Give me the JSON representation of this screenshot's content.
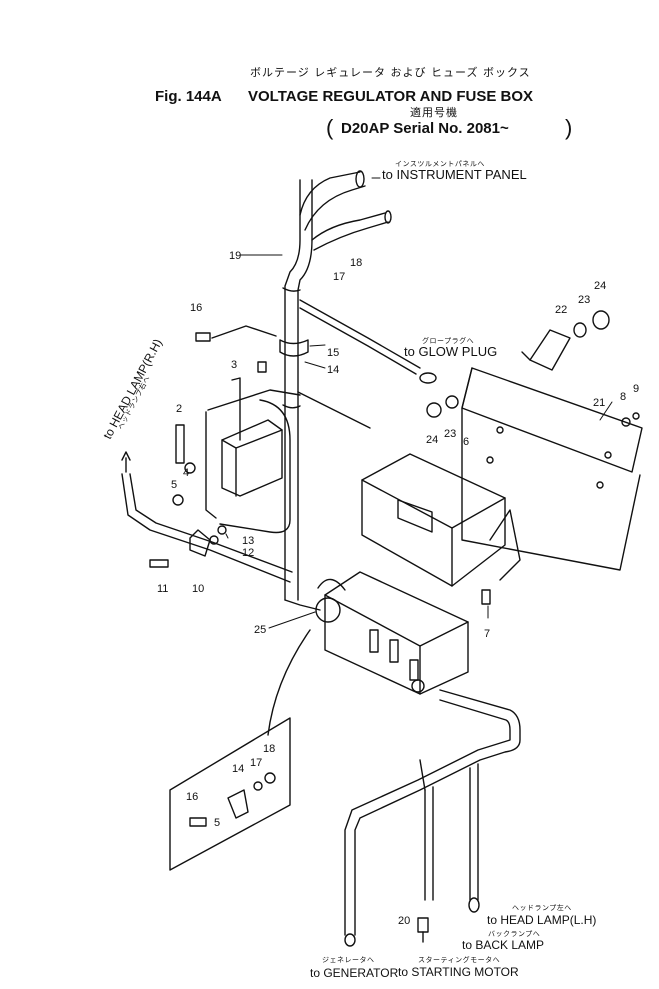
{
  "header": {
    "jp_title": "ボルテージ レギュレータ および ヒューズ ボックス",
    "fig_label": "Fig. 144A",
    "title": "VOLTAGE REGULATOR AND FUSE BOX",
    "jp_applicable": "適用号機",
    "serial_open": "(",
    "serial": "D20AP Serial No. 2081~",
    "serial_close": ")"
  },
  "destinations": {
    "instrument_panel": {
      "jp": "インスツルメントパネルへ",
      "label": "to INSTRUMENT PANEL"
    },
    "glow_plug": {
      "jp": "グロープラグへ",
      "label": "to GLOW PLUG"
    },
    "head_lamp_rh": {
      "jp": "ヘッドランプ右へ",
      "label": "to HEAD LAMP(R.H)"
    },
    "head_lamp_lh": {
      "jp": "ヘッドランプ左へ",
      "label": "to HEAD LAMP(L.H)"
    },
    "back_lamp": {
      "jp": "バックランプへ",
      "label": "to BACK LAMP"
    },
    "generator": {
      "jp": "ジェネレータへ",
      "label": "to GENERATOR"
    },
    "starting_motor": {
      "jp": "スターティングモータへ",
      "label": "to STARTING MOTOR"
    }
  },
  "callouts": {
    "c2": "2",
    "c3": "3",
    "c4": "4",
    "c5": "5",
    "c6": "6",
    "c7": "7",
    "c8": "8",
    "c9": "9",
    "c10": "10",
    "c11": "11",
    "c12": "12",
    "c13": "13",
    "c14": "14",
    "c15": "15",
    "c16": "16",
    "c17": "17",
    "c18": "18",
    "c19": "19",
    "c20": "20",
    "c21": "21",
    "c22": "22",
    "c23": "23",
    "c24": "24",
    "c25": "25",
    "c23b": "23",
    "c24b": "24",
    "d14": "14",
    "d16": "16",
    "d17": "17",
    "d18": "18",
    "d5": "5"
  }
}
